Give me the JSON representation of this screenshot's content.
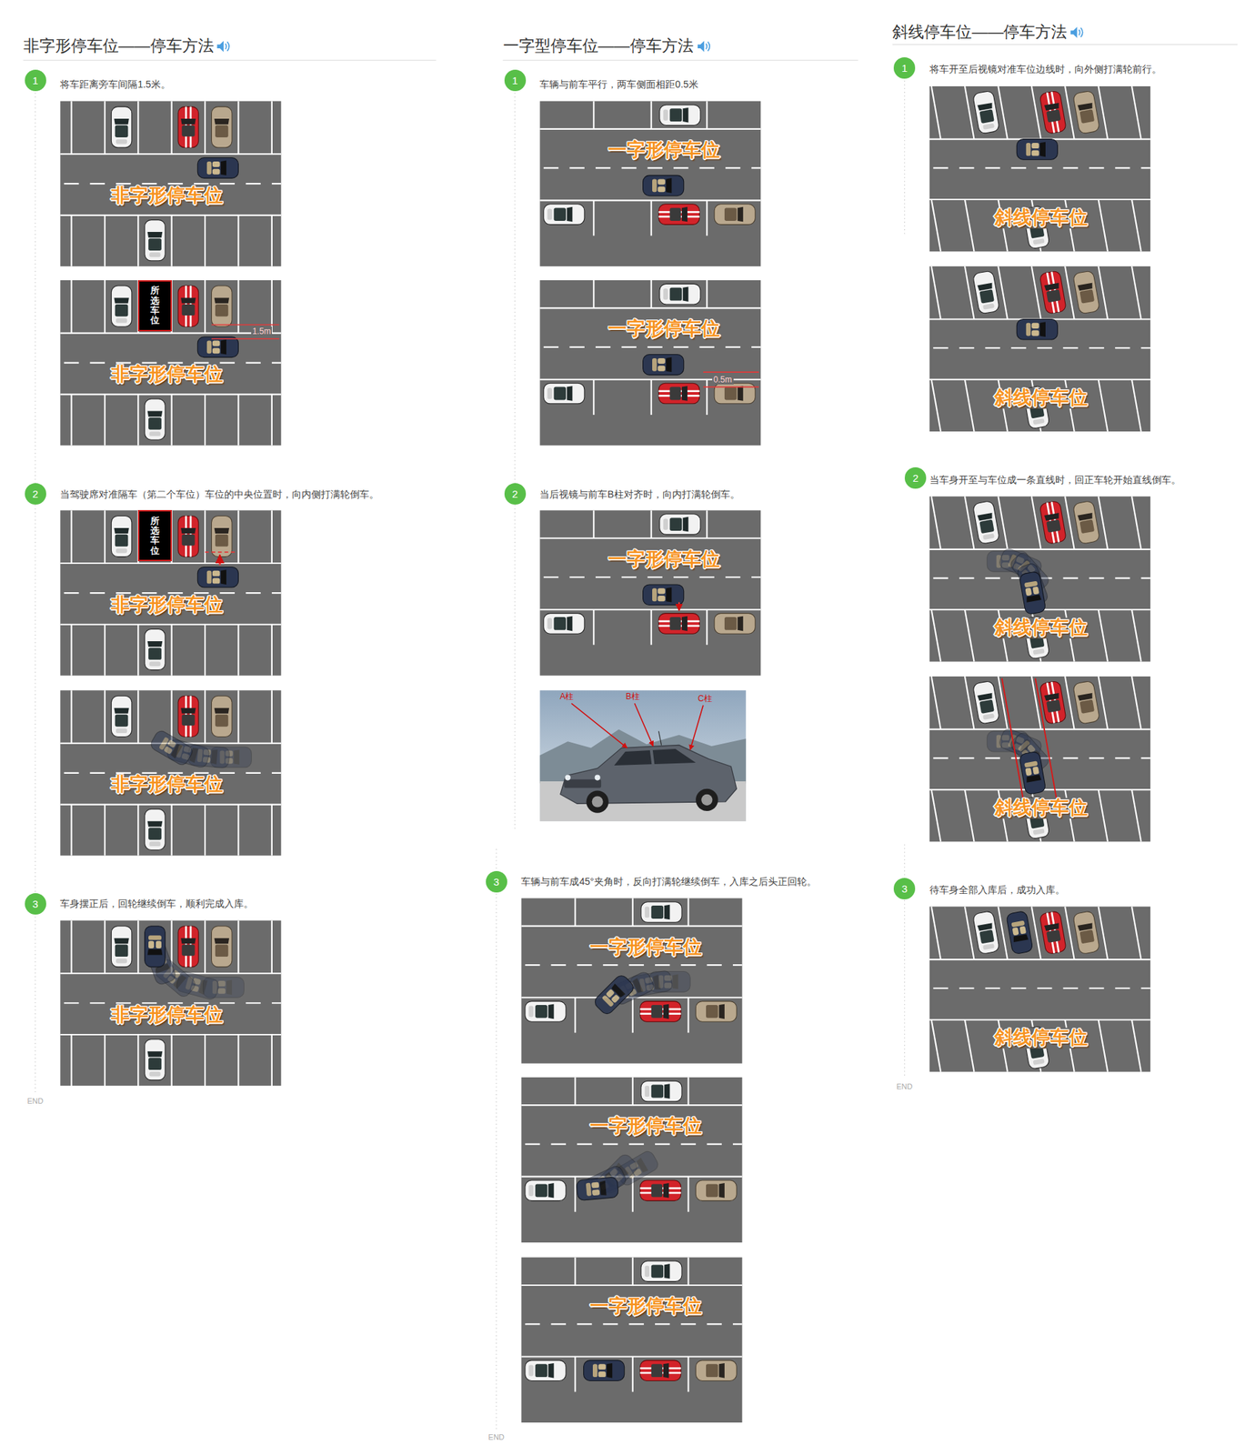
{
  "diagram": {
    "nodes": [
      {
        "text": [
          "1"
        ]
      },
      {
        "text": [
          "所选车位"
        ]
      },
      {
        "text": [
          "2"
        ]
      },
      {
        "text": [
          "所选车位"
        ]
      },
      {
        "text": [
          "3"
        ]
      },
      {
        "text": [
          "1"
        ]
      },
      {
        "text": [
          "2"
        ]
      },
      {
        "text": [
          "3"
        ]
      },
      {
        "text": [
          "1"
        ]
      },
      {
        "text": [
          "2"
        ]
      },
      {
        "text": [
          "3"
        ]
      }
    ],
    "labels": [
      "非字形停车位——停车方法",
      "将车距离旁车间隔1.5米。",
      "非字形停车位",
      "非字形停车位",
      "1.5m",
      "当驾驶席对准隔车（第二个车位）车位的中央位置时，向内侧打满轮倒车。",
      "非字形停车位",
      "非字形停车位",
      "车身摆正后，回轮继续倒车，顺利完成入库。",
      "非字形停车位",
      "END",
      "一字型停车位——停车方法",
      "车辆与前车平行，两车侧面相距0.5米",
      "一字形停车位",
      "一字形停车位",
      "0.5m",
      "当后视镜与前车B柱对齐时，向内打满轮倒车。",
      "一字形停车位",
      "A柱",
      "B柱",
      "C柱",
      "车辆与前车成45°夹角时，反向打满轮继续倒车，入库之后头正回轮。",
      "一字形停车位",
      "一字形停车位",
      "一字形停车位",
      "END",
      "斜线停车位——停车方法",
      "将车开至后视镜对准车位边线时，向外侧打满轮前行。",
      "斜线停车位",
      "斜线停车位",
      "当车身开至与车位成一条直线时，回正车轮开始直线倒车。",
      "斜线停车位",
      "斜线停车位",
      "待车身全部入库后，成功入库。",
      "斜线停车位",
      "END"
    ]
  }
}
